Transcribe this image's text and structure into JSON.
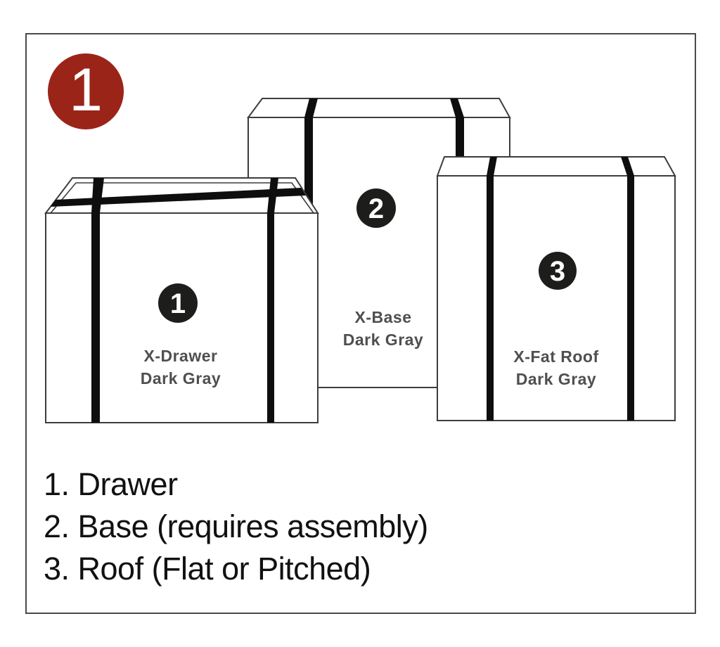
{
  "step_badge": {
    "number": "1"
  },
  "packages": [
    {
      "number": "1",
      "label_line1": "X-Drawer",
      "label_line2": "Dark Gray"
    },
    {
      "number": "2",
      "label_line1": "X-Base",
      "label_line2": "Dark Gray"
    },
    {
      "number": "3",
      "label_line1": "X-Fat Roof",
      "label_line2": "Dark Gray"
    }
  ],
  "legend": {
    "items": [
      "1. Drawer",
      "2. Base (requires assembly)",
      "3. Roof (Flat or Pitched)"
    ]
  },
  "colors": {
    "accent_red": "#9b2418",
    "badge_black": "#1d1d1b",
    "label_gray": "#4f4f4f",
    "outline_gray": "#3d3d3d",
    "strap_black": "#0e0e0e"
  }
}
